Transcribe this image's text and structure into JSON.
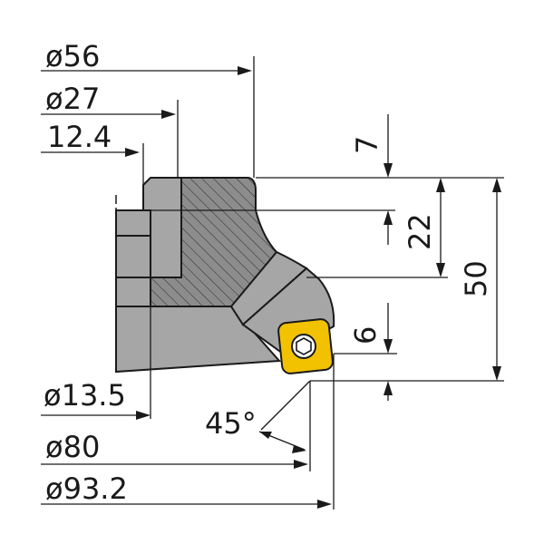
{
  "drawing": {
    "labels": {
      "d56": "ø56",
      "d27": "ø27",
      "len12_4": "12.4",
      "d13_5": "ø13.5",
      "d80": "ø80",
      "d93_2": "ø93.2",
      "angle45": "45°",
      "v7": "7",
      "v22": "22",
      "v50": "50",
      "v6": "6"
    },
    "colors": {
      "body": "#a6a6a6",
      "body_light": "#bdbdbd",
      "section": "#8c8c8c",
      "insert": "#f2c200",
      "line": "#1a1a1a"
    }
  }
}
